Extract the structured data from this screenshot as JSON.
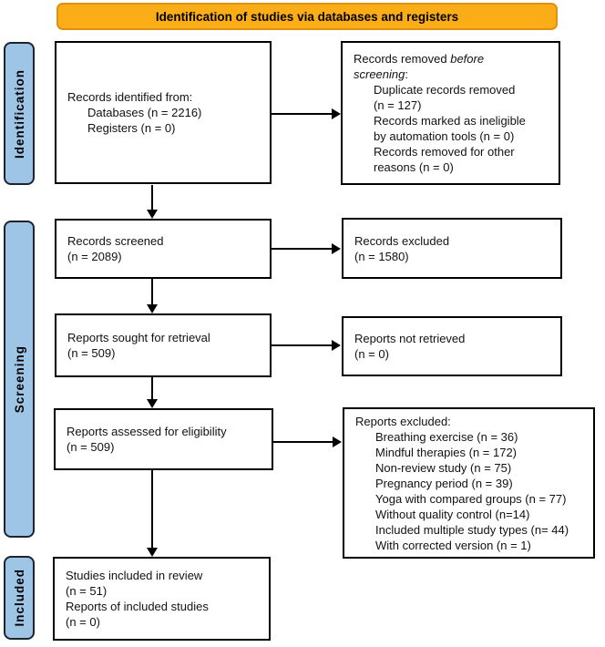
{
  "banner": {
    "title": "Identification of studies via databases and registers"
  },
  "stages": {
    "identification": "Identification",
    "screening": "Screening",
    "included": "Included"
  },
  "boxes": {
    "records_identified": {
      "lines": [
        "Records identified from:",
        "Databases (n = 2216)",
        "Registers (n = 0)"
      ]
    },
    "records_removed": {
      "prefix": "Records removed ",
      "italic1": "before",
      "italic2": "screening",
      "suffix": ":",
      "lines": [
        "Duplicate records removed",
        "(n = 127)",
        "Records marked as ineligible",
        "by automation tools (n = 0)",
        "Records removed for other",
        "reasons (n = 0)"
      ]
    },
    "records_screened": {
      "lines": [
        "Records screened",
        "(n = 2089)"
      ]
    },
    "records_excluded": {
      "lines": [
        "Records excluded",
        "(n = 1580)"
      ]
    },
    "reports_sought": {
      "lines": [
        "Reports sought for retrieval",
        "(n = 509)"
      ]
    },
    "reports_not_retrieved": {
      "lines": [
        "Reports not retrieved",
        "(n = 0)"
      ]
    },
    "reports_assessed": {
      "lines": [
        "Reports assessed for eligibility",
        "(n = 509)"
      ]
    },
    "reports_excluded": {
      "header": "Reports excluded:",
      "items": [
        "Breathing exercise (n = 36)",
        "Mindful therapies (n = 172)",
        "Non-review study (n = 75)",
        "Pregnancy period (n = 39)",
        "Yoga with compared groups (n = 77)",
        "Without quality control (n=14)",
        "Included multiple study types (n= 44)",
        "With corrected version (n = 1)"
      ]
    },
    "studies_included": {
      "lines": [
        "Studies included in review",
        "(n = 51)",
        "Reports of included studies",
        "(n = 0)"
      ]
    }
  },
  "colors": {
    "banner_fill": "#FBAD18",
    "banner_border": "#DE9110",
    "stage_fill": "#9EC4E6",
    "box_border": "#000000",
    "arrow": "#000000"
  }
}
